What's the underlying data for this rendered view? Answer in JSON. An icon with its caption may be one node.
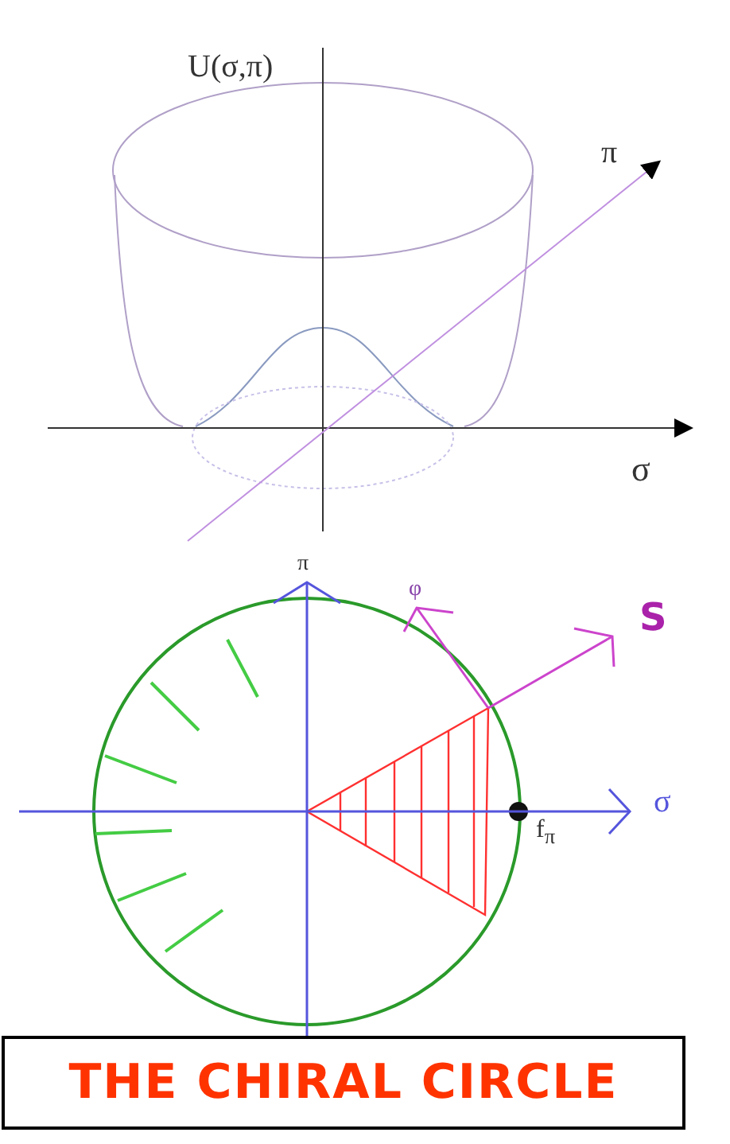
{
  "diagram": {
    "caption": "THE CHIRAL CIRCLE",
    "labels": [
      "U(σ,π)",
      "π",
      "σ",
      "π",
      "φ",
      "S",
      "σ",
      "f$_{π}$"
    ]
  }
}
